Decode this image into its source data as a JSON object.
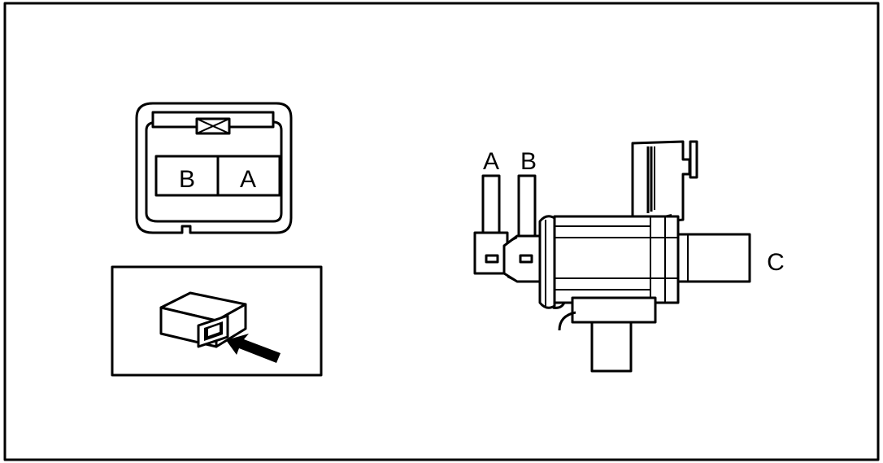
{
  "connector": {
    "pin_left_label": "B",
    "pin_right_label": "A"
  },
  "valve": {
    "port_a_label": "A",
    "port_b_label": "B",
    "port_c_label": "C"
  },
  "icons": {
    "latch": "latch-x-icon",
    "view_arrow": "arrow-icon"
  },
  "colors": {
    "line": "#000000",
    "background": "#ffffff"
  }
}
